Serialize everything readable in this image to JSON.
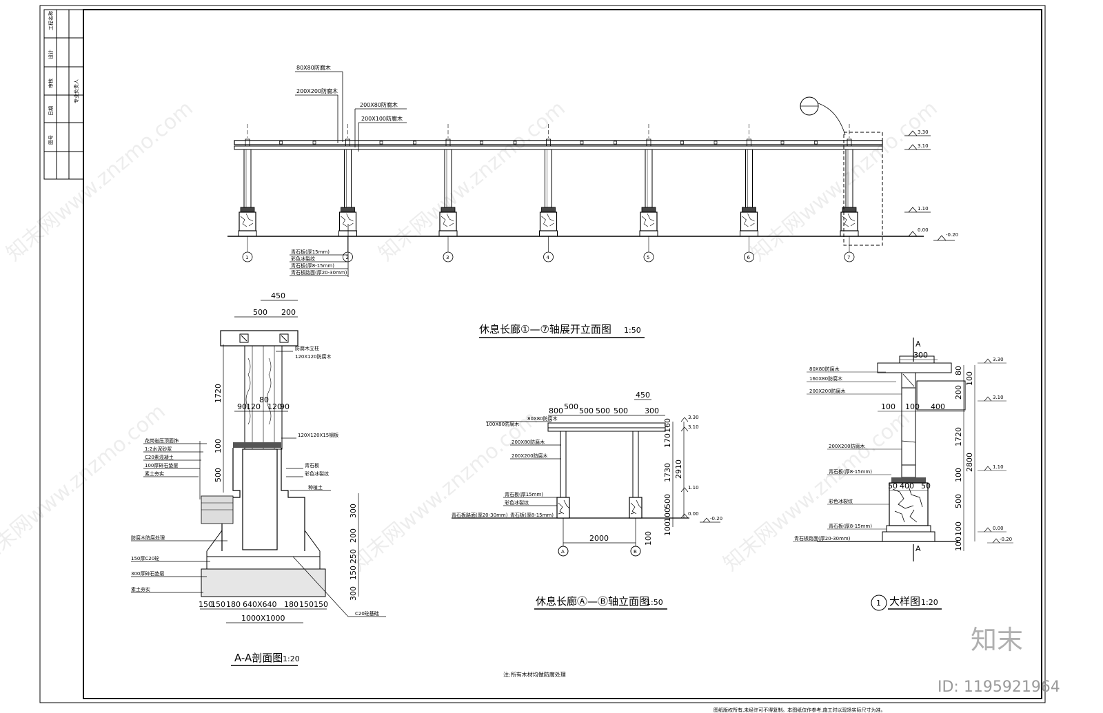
{
  "drawings": {
    "long_elevation": {
      "title": "休息长廊①—⑦轴展开立面图",
      "scale": "1:50",
      "axes": [
        "1",
        "2",
        "3",
        "4",
        "5",
        "6",
        "7"
      ],
      "labels": [
        "80X80防腐木",
        "200X200防腐木",
        "200X80防腐木",
        "200X100防腐木"
      ],
      "base_labels": [
        "青石板(厚15mm)",
        "彩色冰裂纹",
        "青石板(厚8-15mm)",
        "青石板路面(厚20-30mm)"
      ],
      "levels": [
        "3.30",
        "3.10",
        "1.10",
        "0.00",
        "-0.20"
      ]
    },
    "section": {
      "title": "A-A剖面图",
      "scale": "1:20",
      "top_dims": [
        "450",
        "500",
        "200"
      ],
      "mid_dims": [
        "90",
        "120",
        "80",
        "120",
        "90"
      ],
      "vertical_dims": [
        "1720",
        "100",
        "500"
      ],
      "right_dims": [
        "300",
        "200",
        "250",
        "150",
        "300"
      ],
      "bottom_dims": [
        "150",
        "150",
        "180",
        "640X640",
        "180",
        "150",
        "150"
      ],
      "bottom_total": "1000X1000",
      "left_labels": [
        "花岗岩压顶面饰",
        "1:2水泥砂浆",
        "C20素混凝土",
        "100厚碎石垫层",
        "素土夯实"
      ],
      "lower_labels": [
        "防腐木防腐处理",
        "150厚C20砼",
        "300厚碎石垫层",
        "素土夯实"
      ],
      "right_labels": [
        "防腐木立柱",
        "120X120防腐木",
        "120X120X15钢板",
        "青石板",
        "彩色冰裂纹",
        "种植土",
        "C20砼基础"
      ]
    },
    "short_elevation": {
      "title": "休息长廊Ⓐ—Ⓑ轴立面图",
      "scale": "1:50",
      "top_dims": [
        "450",
        "800",
        "500",
        "500",
        "500",
        "500",
        "300"
      ],
      "span": "2000",
      "right_dims": [
        "160",
        "170",
        "1730",
        "500",
        "100",
        "100"
      ],
      "total": "2910",
      "side_dims": [
        "100"
      ],
      "labels": [
        "80X80防腐木",
        "100X80防腐木",
        "200X80防腐木",
        "200X200防腐木",
        "青石板(厚15mm)",
        "彩色冰裂纹",
        "青石板路面(厚20-30mm)",
        "青石板(厚8-15mm)"
      ],
      "levels": [
        "3.30",
        "3.10",
        "1.10",
        "0.00",
        "-0.20"
      ],
      "axes": [
        "A",
        "B"
      ]
    },
    "detail": {
      "title": "大样图",
      "scale": "1:20",
      "index": "1",
      "top_dim": "300",
      "mid_dims": [
        "100",
        "100",
        "400"
      ],
      "base_dims": [
        "50",
        "400",
        "50"
      ],
      "right_dims": [
        "80",
        "100",
        "200",
        "1720",
        "100",
        "500",
        "100",
        "100"
      ],
      "total": "2800",
      "labels": [
        "80X80防腐木",
        "160X80防腐木",
        "200X200防腐木",
        "200X200防腐木",
        "青石板(厚8-15mm)",
        "彩色冰裂纹",
        "青石板(厚8-15mm)",
        "青石板路面(厚20-30mm)"
      ],
      "levels": [
        "3.30",
        "3.10",
        "1.10",
        "0.00",
        "-0.20"
      ],
      "section_mark": "A"
    }
  },
  "notes": {
    "center": "注:所有木材均做防腐处理",
    "bottom": "图纸版权所有,未经许可不得复制。本图纸仅作参考,施工时以现场实际尺寸为准。"
  },
  "title_block": {
    "rows": [
      "工程名称",
      "设计",
      "审核",
      "日期",
      "图号"
    ],
    "stamp": "专业负责人"
  },
  "watermark": {
    "text": "知末网www.znzmo.com",
    "logo": "知末",
    "id": "ID: 1195921964"
  }
}
